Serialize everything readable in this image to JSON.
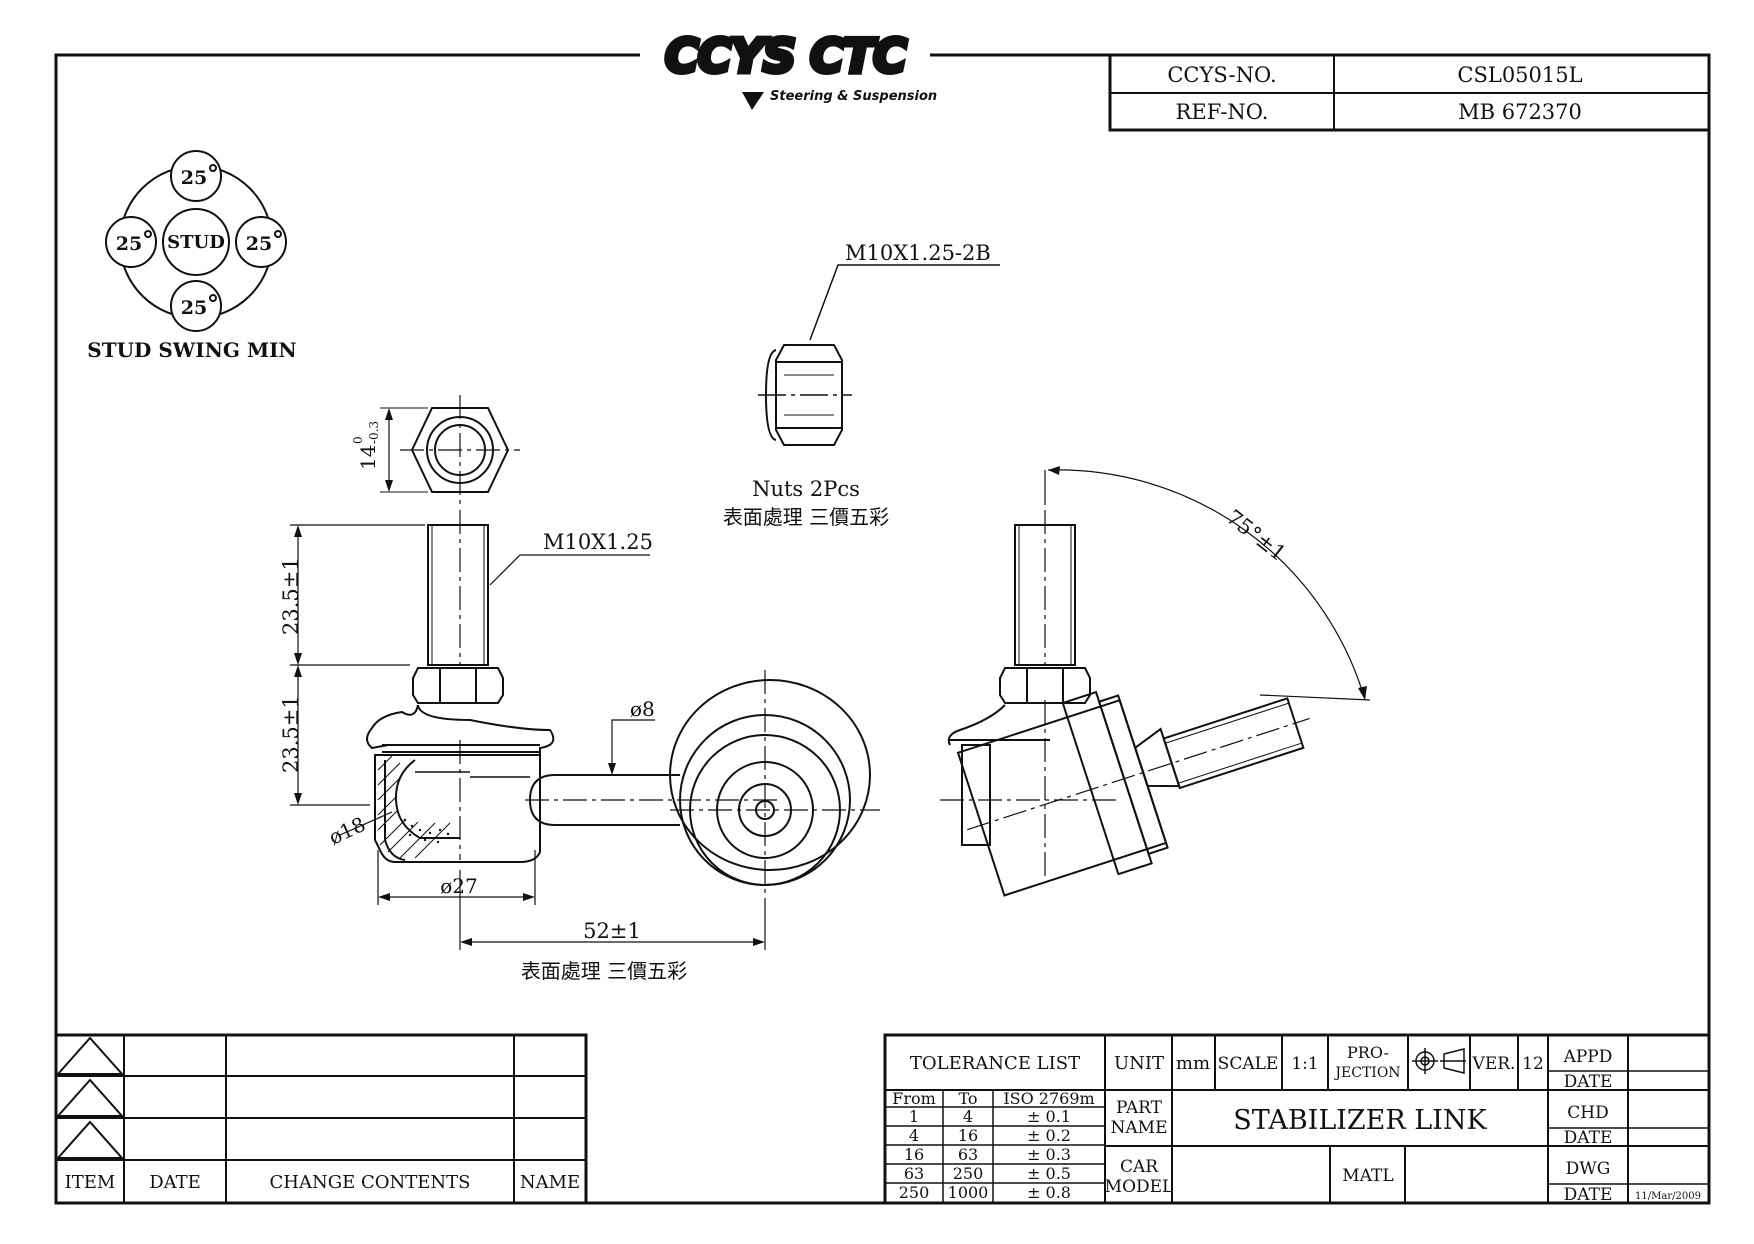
{
  "brand": {
    "logo_text": "CCYS CTC",
    "tagline": "Steering & Suspension"
  },
  "header_table": {
    "ccys_no_label": "CCYS-NO.",
    "ccys_no_value": "CSL05015L",
    "ref_no_label": "REF-NO.",
    "ref_no_value": "MB 672370"
  },
  "stud_swing": {
    "center_label": "STUD",
    "angle": "25",
    "title": "STUD SWING MIN"
  },
  "nut_view": {
    "thread_spec": "M10X1.25-2B",
    "qty": "Nuts 2Pcs",
    "finish": "表面處理  三價五彩"
  },
  "main_view": {
    "hex_dim": "14",
    "hex_tol_upper": "0",
    "hex_tol_lower": "-0.3",
    "stud_thread": "M10X1.25",
    "dim_upper": "23.5±1",
    "dim_lower": "23.5±1",
    "dia_shaft": "ø8",
    "dia_ball": "ø18",
    "dia_socket": "ø27",
    "length": "52±1",
    "finish": "表面處理  三價五彩"
  },
  "side_view": {
    "swing_angle": "75°±1"
  },
  "revision_table": {
    "headers": [
      "ITEM",
      "DATE",
      "CHANGE CONTENTS",
      "NAME"
    ]
  },
  "title_block": {
    "tolerance_title": "TOLERANCE LIST",
    "tol_headers": [
      "From",
      "To",
      "ISO 2769m"
    ],
    "tol_rows": [
      [
        "1",
        "4",
        "± 0.1"
      ],
      [
        "4",
        "16",
        "± 0.2"
      ],
      [
        "16",
        "63",
        "± 0.3"
      ],
      [
        "63",
        "250",
        "± 0.5"
      ],
      [
        "250",
        "1000",
        "± 0.8"
      ]
    ],
    "unit_label": "UNIT",
    "unit_value": "mm",
    "scale_label": "SCALE",
    "scale_value": "1:1",
    "projection_line1": "PRO-",
    "projection_line2": "JECTION",
    "ver_label": "VER.",
    "ver_value": "12",
    "part_name_line1": "PART",
    "part_name_line2": "NAME",
    "part_name_value": "STABILIZER LINK",
    "car_model_line1": "CAR",
    "car_model_line2": "MODEL",
    "matl_label": "MATL",
    "appd_label": "APPD",
    "chd_label": "CHD",
    "dwg_label": "DWG",
    "date_label": "DATE",
    "dwg_date_value": "11/Mar/2009"
  }
}
